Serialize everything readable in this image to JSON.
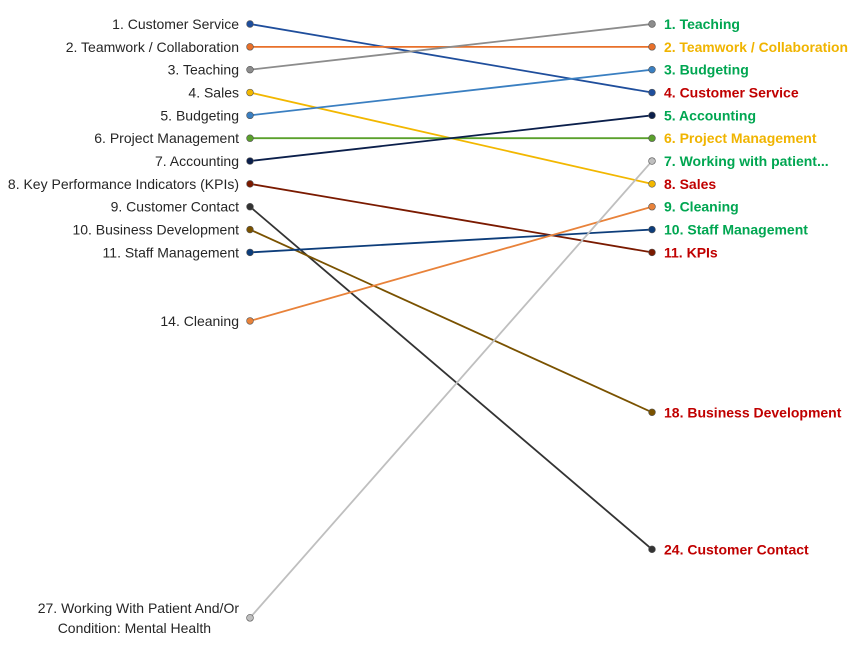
{
  "chart_data": {
    "type": "slope",
    "grid": false,
    "left": [
      {
        "rank": 1,
        "label": "1. Customer Service"
      },
      {
        "rank": 2,
        "label": "2. Teamwork / Collaboration"
      },
      {
        "rank": 3,
        "label": "3. Teaching"
      },
      {
        "rank": 4,
        "label": "4. Sales"
      },
      {
        "rank": 5,
        "label": "5. Budgeting"
      },
      {
        "rank": 6,
        "label": "6. Project Management"
      },
      {
        "rank": 7,
        "label": "7. Accounting"
      },
      {
        "rank": 8,
        "label": "8. Key Performance Indicators (KPIs)"
      },
      {
        "rank": 9,
        "label": "9. Customer Contact"
      },
      {
        "rank": 10,
        "label": "10. Business Development"
      },
      {
        "rank": 11,
        "label": "11. Staff Management"
      },
      {
        "rank": 14,
        "label": "14. Cleaning"
      },
      {
        "rank": 27,
        "label": "27. Working With Patient And/Or",
        "label2": "Condition: Mental Health"
      }
    ],
    "right": [
      {
        "rank": 1,
        "label": "1. Teaching",
        "color": "#00a651"
      },
      {
        "rank": 2,
        "label": "2. Teamwork / Collaboration",
        "color": "#f0b400"
      },
      {
        "rank": 3,
        "label": "3. Budgeting",
        "color": "#00a651"
      },
      {
        "rank": 4,
        "label": "4. Customer Service",
        "color": "#c00000"
      },
      {
        "rank": 5,
        "label": "5. Accounting",
        "color": "#00a651"
      },
      {
        "rank": 6,
        "label": "6. Project Management",
        "color": "#f0b400"
      },
      {
        "rank": 7,
        "label": "7. Working with patient...",
        "color": "#00a651"
      },
      {
        "rank": 8,
        "label": "8. Sales",
        "color": "#c00000"
      },
      {
        "rank": 9,
        "label": "9. Cleaning",
        "color": "#00a651"
      },
      {
        "rank": 10,
        "label": "10. Staff Management",
        "color": "#00a651"
      },
      {
        "rank": 11,
        "label": "11. KPIs",
        "color": "#c00000"
      },
      {
        "rank": 18,
        "label": "18. Business Development",
        "color": "#c00000"
      },
      {
        "rank": 24,
        "label": "24. Customer Contact",
        "color": "#c00000"
      }
    ],
    "series": [
      {
        "name": "Customer Service",
        "from": 1,
        "to": 4,
        "color": "#1f4e9c"
      },
      {
        "name": "Teamwork / Collaboration",
        "from": 2,
        "to": 2,
        "color": "#e8702a"
      },
      {
        "name": "Teaching",
        "from": 3,
        "to": 1,
        "color": "#8c8c8c"
      },
      {
        "name": "Sales",
        "from": 4,
        "to": 8,
        "color": "#f2b700"
      },
      {
        "name": "Budgeting",
        "from": 5,
        "to": 3,
        "color": "#3a7fc1"
      },
      {
        "name": "Project Management",
        "from": 6,
        "to": 6,
        "color": "#5aa02c"
      },
      {
        "name": "Accounting",
        "from": 7,
        "to": 5,
        "color": "#0b1f4b"
      },
      {
        "name": "KPIs",
        "from": 8,
        "to": 11,
        "color": "#7a1a00"
      },
      {
        "name": "Customer Contact",
        "from": 9,
        "to": 24,
        "color": "#333333"
      },
      {
        "name": "Business Development",
        "from": 10,
        "to": 18,
        "color": "#7a5200"
      },
      {
        "name": "Staff Management",
        "from": 11,
        "to": 10,
        "color": "#0d3d7a"
      },
      {
        "name": "Cleaning",
        "from": 14,
        "to": 9,
        "color": "#e8823a"
      },
      {
        "name": "Working with patient",
        "from": 27,
        "to": 7,
        "color": "#bfbfbf"
      }
    ]
  }
}
